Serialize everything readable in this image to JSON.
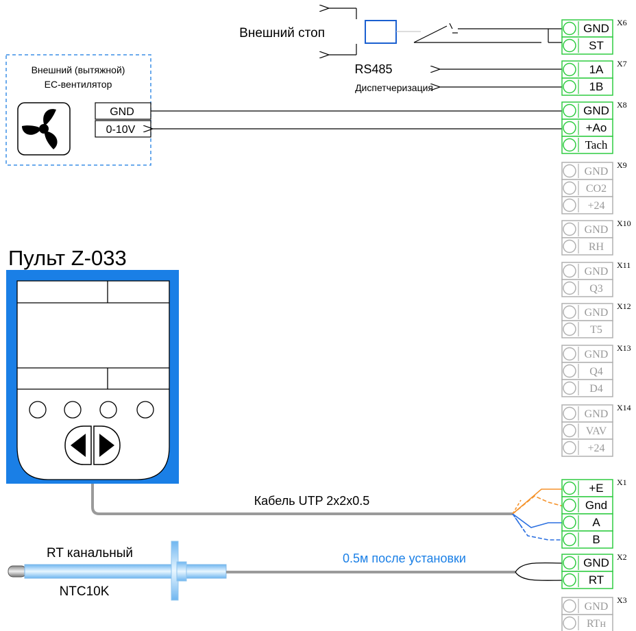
{
  "labels": {
    "ext_stop": "Внешний стоп",
    "rs485": "RS485",
    "dispatch": "Диспетчеризация",
    "fan_line1": "Внешний (вытяжной)",
    "fan_line2": "ЕС-вентилятор",
    "fan_gnd": "GND",
    "fan_010": "0-10V",
    "panel_title": "Пульт  Z-033",
    "cable": "Кабель UTP 2x2x0.5",
    "rt_name": "RT канальный",
    "ntc": "NTC10K",
    "after_install": "0.5м после установки"
  },
  "colors": {
    "terminal_green": "#2ecc40",
    "terminal_gray": "#b0b0b0",
    "panel_blue": "#1a7fe6",
    "fan_box_border": "#3a8ee6",
    "relay_blue": "#1a5fd0",
    "cable_gray": "#a0a0a0",
    "orange": "#f5922a",
    "blue_wire": "#2a6fe0",
    "note_blue": "#1a7fe6"
  },
  "terminals": {
    "x6": {
      "id": "X6",
      "pins": [
        "GND",
        "ST"
      ]
    },
    "x7": {
      "id": "X7",
      "pins": [
        "1A",
        "1B"
      ]
    },
    "x8": {
      "id": "X8",
      "pins": [
        "GND",
        "+Ao",
        "Tach"
      ]
    },
    "x9": {
      "id": "X9",
      "pins": [
        "GND",
        "CO2",
        "+24"
      ]
    },
    "x10": {
      "id": "X10",
      "pins": [
        "GND",
        "RH"
      ]
    },
    "x11": {
      "id": "X11",
      "pins": [
        "GND",
        "Q3"
      ]
    },
    "x12": {
      "id": "X12",
      "pins": [
        "GND",
        "T5"
      ]
    },
    "x13": {
      "id": "X13",
      "pins": [
        "GND",
        "Q4",
        "D4"
      ]
    },
    "x14": {
      "id": "X14",
      "pins": [
        "GND",
        "VAV",
        "+24"
      ]
    },
    "x1": {
      "id": "X1",
      "pins": [
        "+E",
        "Gnd",
        "A",
        "B"
      ]
    },
    "x2": {
      "id": "X2",
      "pins": [
        "GND",
        "RT"
      ]
    },
    "x3": {
      "id": "X3",
      "pins": [
        "GND",
        "RTн"
      ]
    }
  }
}
